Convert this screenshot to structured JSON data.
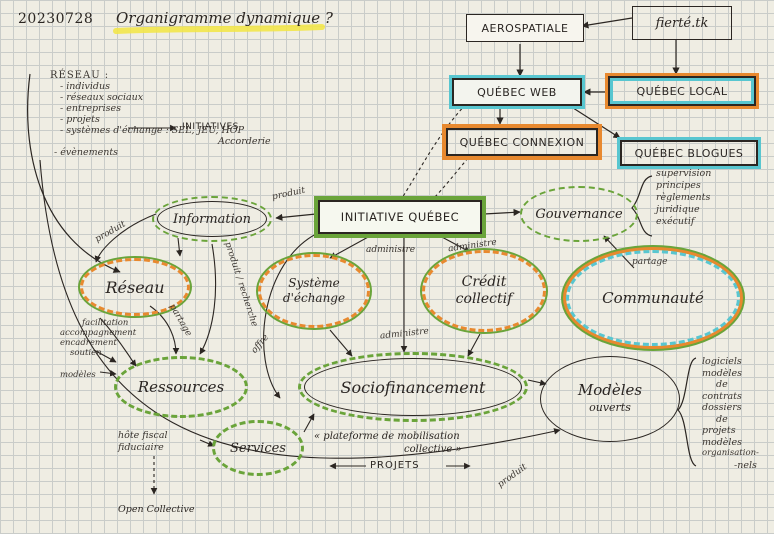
{
  "header": {
    "date": "20230728",
    "title": "Organigramme dynamique ?"
  },
  "reseau_note": {
    "heading": "RÉSEAU :",
    "items": [
      "- individus",
      "- réseaux sociaux",
      "- entreprises",
      "- projets",
      "- systèmes d'échange : SEL, JEU, HOP",
      "Accorderie",
      "- évènements"
    ],
    "initiatives": "INITIATIVES"
  },
  "boxes": {
    "aerospatiale": "AEROSPATIALE",
    "fierte": "fierté.tk",
    "quebec_web": "QUÉBEC WEB",
    "quebec_local": "QUÉBEC LOCAL",
    "quebec_connexion": "QUÉBEC CONNEXION",
    "quebec_blogues": "QUÉBEC BLOGUES",
    "initiative_quebec": "INITIATIVE QUÉBEC"
  },
  "ellipses": {
    "information": "Information",
    "gouvernance": "Gouvernance",
    "reseau": "Réseau",
    "systeme_echange": [
      "Système",
      "d'échange"
    ],
    "credit_collectif": [
      "Crédit",
      "collectif"
    ],
    "communaute": "Communauté",
    "ressources": "Ressources",
    "sociofinancement": "Sociofinancement",
    "services": "Services",
    "modeles_ouverts": [
      "Modèles",
      "ouverts"
    ]
  },
  "gouvernance_list": [
    "supervision",
    "principes",
    "règlements",
    "juridique",
    "exécutif"
  ],
  "modeles_list": [
    "logiciels",
    "modèles",
    "de",
    "contrats",
    "dossiers",
    "de",
    "projets",
    "modèles",
    "organisation-",
    "-nels"
  ],
  "ressources_list": [
    "facilitation",
    "accompagnement",
    "encadrement",
    "soutien",
    "modèles"
  ],
  "edge_labels": {
    "produit_top": "produit",
    "produit_left": "produit",
    "produit_bottom": "produit",
    "partage": "partage",
    "produit_recherche": "produit / recherche",
    "administre_1": "administre",
    "administre_2": "administre",
    "administre_3": "administre",
    "offre": "offre",
    "partage_right": "partage"
  },
  "services_notes": {
    "hote_fiscal": "hôte fiscal",
    "fiduciaire": "fiduciaire",
    "open_collective": "Open Collective"
  },
  "sociofin_notes": {
    "platform": "« plateforme de mobilisation",
    "collective": "collective »",
    "projets": "PROJETS"
  },
  "colors": {
    "green": "#6aa43a",
    "orange": "#e8892f",
    "cyan": "#58c6d0",
    "yellow": "#f2e54a",
    "ink": "#2b2622",
    "pink": "#d98bb0"
  }
}
